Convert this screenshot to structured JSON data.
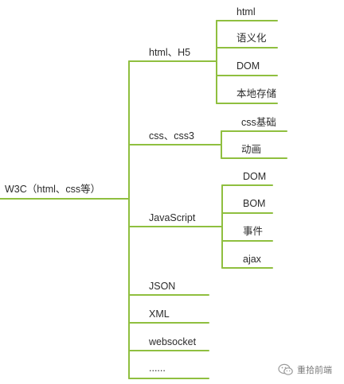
{
  "mindmap": {
    "root": "W3C（html、css等）",
    "branches": [
      {
        "label": "html、H5",
        "children": [
          "html",
          "语义化",
          "DOM",
          "本地存储"
        ]
      },
      {
        "label": "css、css3",
        "children": [
          "css基础",
          "动画"
        ]
      },
      {
        "label": "JavaScript",
        "children": [
          "DOM",
          "BOM",
          "事件",
          "ajax"
        ]
      },
      {
        "label": "JSON",
        "children": []
      },
      {
        "label": "XML",
        "children": []
      },
      {
        "label": "websocket",
        "children": []
      },
      {
        "label": "......",
        "children": []
      }
    ],
    "line_color": "#8fbf3f"
  },
  "watermark": {
    "text": "重拾前端"
  }
}
